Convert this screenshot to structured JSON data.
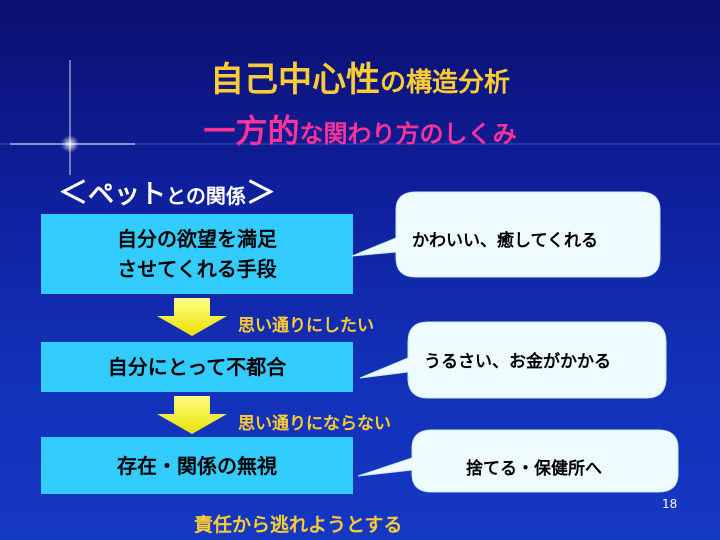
{
  "title": {
    "line1_emphasis": "自己中心性",
    "line1_rest": "の構造分析",
    "line2_emphasis": "一方的",
    "line2_rest": "な関わり方のしくみ"
  },
  "section": {
    "open": "＜",
    "emphasis": "ペット",
    "rest": "との関係",
    "close": "＞"
  },
  "boxes": [
    {
      "line1": "自分の欲望を満足",
      "line2": "させてくれる手段"
    },
    {
      "text": "自分にとって不都合"
    },
    {
      "text": "存在・関係の無視"
    }
  ],
  "arrows": [
    {
      "label": "思い通りにしたい"
    },
    {
      "label": "思い通りにならない"
    }
  ],
  "bubbles": [
    {
      "text": "かわいい、癒してくれる"
    },
    {
      "text": "うるさい、お金がかかる"
    },
    {
      "text": "捨てる・保健所へ"
    }
  ],
  "bottom_text": "責任から逃れようとする",
  "page_number": "18",
  "colors": {
    "title_emphasis": "#ffcc33",
    "title_pink": "#ff3399",
    "box_fill": "#33ccff",
    "arrow_fill": "#ffff66",
    "bubble_fill": "#eefcff"
  }
}
